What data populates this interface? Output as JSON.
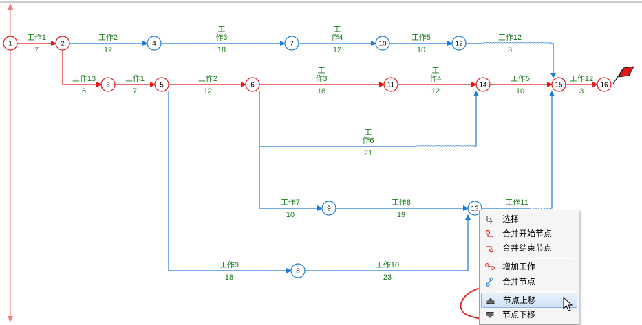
{
  "diagram": {
    "colors": {
      "critical": "#e01818",
      "normal": "#1e7bd6",
      "label": "#1a7a1a",
      "axis": "#f08080",
      "flag": "#e01818",
      "annotation": "#e0282b"
    },
    "nodes": [
      {
        "id": "1",
        "label": "1",
        "type": "critical"
      },
      {
        "id": "2",
        "label": "2",
        "type": "critical"
      },
      {
        "id": "3",
        "label": "3",
        "type": "critical"
      },
      {
        "id": "4",
        "label": "4",
        "type": "normal"
      },
      {
        "id": "5",
        "label": "5",
        "type": "critical"
      },
      {
        "id": "6",
        "label": "6",
        "type": "critical"
      },
      {
        "id": "7",
        "label": "7",
        "type": "normal"
      },
      {
        "id": "8",
        "label": "8",
        "type": "normal"
      },
      {
        "id": "9",
        "label": "9",
        "type": "normal"
      },
      {
        "id": "10",
        "label": "10",
        "type": "normal"
      },
      {
        "id": "11",
        "label": "11",
        "type": "critical"
      },
      {
        "id": "12",
        "label": "12",
        "type": "normal"
      },
      {
        "id": "13",
        "label": "13",
        "type": "normal"
      },
      {
        "id": "14",
        "label": "14",
        "type": "critical"
      },
      {
        "id": "15",
        "label": "15",
        "type": "critical"
      },
      {
        "id": "16",
        "label": "16",
        "type": "critical"
      }
    ],
    "activities": [
      {
        "id": "a1",
        "name": "工作1",
        "duration": "7",
        "type": "critical"
      },
      {
        "id": "a2",
        "name": "工作2",
        "duration": "12",
        "type": "normal"
      },
      {
        "id": "a3",
        "name": "工作3",
        "duration": "18",
        "type": "normal"
      },
      {
        "id": "a4",
        "name": "工作4",
        "duration": "12",
        "type": "normal"
      },
      {
        "id": "a5",
        "name": "工作5",
        "duration": "10",
        "type": "normal"
      },
      {
        "id": "a6",
        "name": "工作12",
        "duration": "3",
        "type": "normal"
      },
      {
        "id": "a7",
        "name": "工作13",
        "duration": "6",
        "type": "critical"
      },
      {
        "id": "a8",
        "name": "工作1",
        "duration": "7",
        "type": "critical"
      },
      {
        "id": "a9",
        "name": "工作2",
        "duration": "12",
        "type": "critical"
      },
      {
        "id": "a10",
        "name": "工作3",
        "duration": "18",
        "type": "critical"
      },
      {
        "id": "a11",
        "name": "工作4",
        "duration": "12",
        "type": "critical"
      },
      {
        "id": "a12",
        "name": "工作5",
        "duration": "10",
        "type": "critical"
      },
      {
        "id": "a13",
        "name": "工作12",
        "duration": "3",
        "type": "critical"
      },
      {
        "id": "a14",
        "name": "工作6",
        "duration": "21",
        "type": "normal"
      },
      {
        "id": "a15",
        "name": "工作7",
        "duration": "10",
        "type": "normal"
      },
      {
        "id": "a16",
        "name": "工作8",
        "duration": "19",
        "type": "normal"
      },
      {
        "id": "a17",
        "name": "工作11",
        "duration": "",
        "type": "normal"
      },
      {
        "id": "a18",
        "name": "工作9",
        "duration": "18",
        "type": "normal"
      },
      {
        "id": "a19",
        "name": "工作10",
        "duration": "23",
        "type": "normal"
      }
    ]
  },
  "context_menu": {
    "items": [
      {
        "label": "选择",
        "icon": "select-icon"
      },
      {
        "label": "合并开始节点",
        "icon": "merge-start-node-icon"
      },
      {
        "label": "合并结束节点",
        "icon": "merge-end-node-icon"
      },
      {
        "label": "增加工作",
        "icon": "add-work-icon"
      },
      {
        "label": "合并节点",
        "icon": "merge-node-icon"
      },
      {
        "label": "节点上移",
        "icon": "node-up-icon",
        "highlighted": true
      },
      {
        "label": "节点下移",
        "icon": "node-down-icon"
      }
    ]
  }
}
